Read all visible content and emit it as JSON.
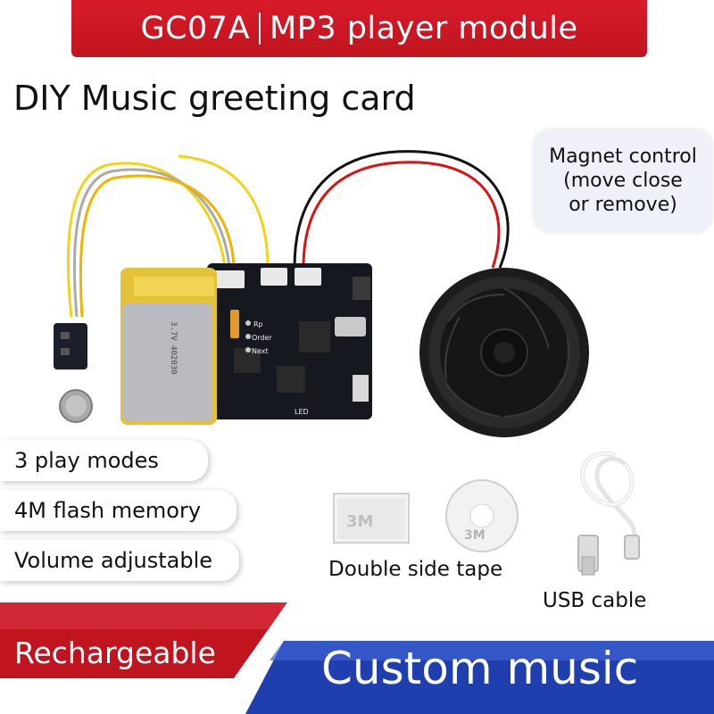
{
  "header": {
    "model": "GC07A",
    "product": "MP3 player module",
    "accent_color": "#d81b2a"
  },
  "subtitle": "DIY  Music greeting card",
  "magnet": {
    "line1": "Magnet control",
    "line2": "(move close",
    "line3": "or remove)"
  },
  "features": [
    {
      "label": "3 play modes"
    },
    {
      "label": "4M flash memory"
    },
    {
      "label": "Volume adjustable"
    }
  ],
  "accessories": {
    "tape_label": "Double side tape",
    "usb_label": "USB cable",
    "tape_print": "3M"
  },
  "pcb": {
    "battery_label": "3.7V 402030",
    "btn_labels": [
      "Rp",
      "Order",
      "Next"
    ],
    "led_label": "LED"
  },
  "bottom": {
    "left_banner": "Rechargeable",
    "right_banner": "Custom music",
    "left_color": "#c0141f",
    "right_color": "#1f3fae"
  }
}
